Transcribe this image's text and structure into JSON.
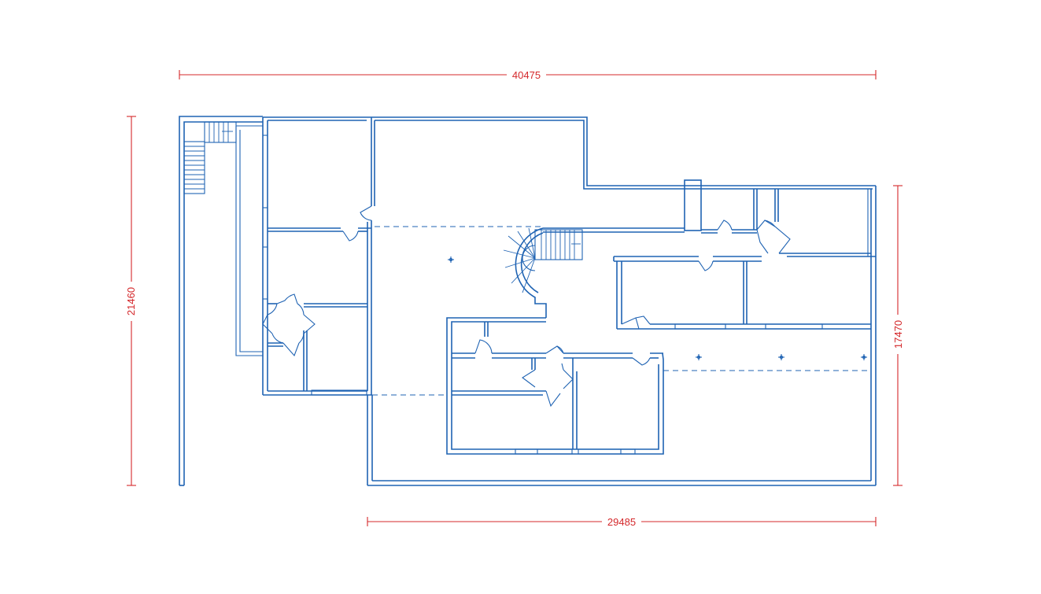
{
  "dimensions": {
    "top_width": "40475",
    "bottom_width": "29485",
    "left_height": "21460",
    "right_height": "17470"
  },
  "colors": {
    "walls": "#1f63b3",
    "dimensions": "#d4282b",
    "background": "#ffffff"
  },
  "symbols": {
    "ceiling_fixture_count": 4
  }
}
